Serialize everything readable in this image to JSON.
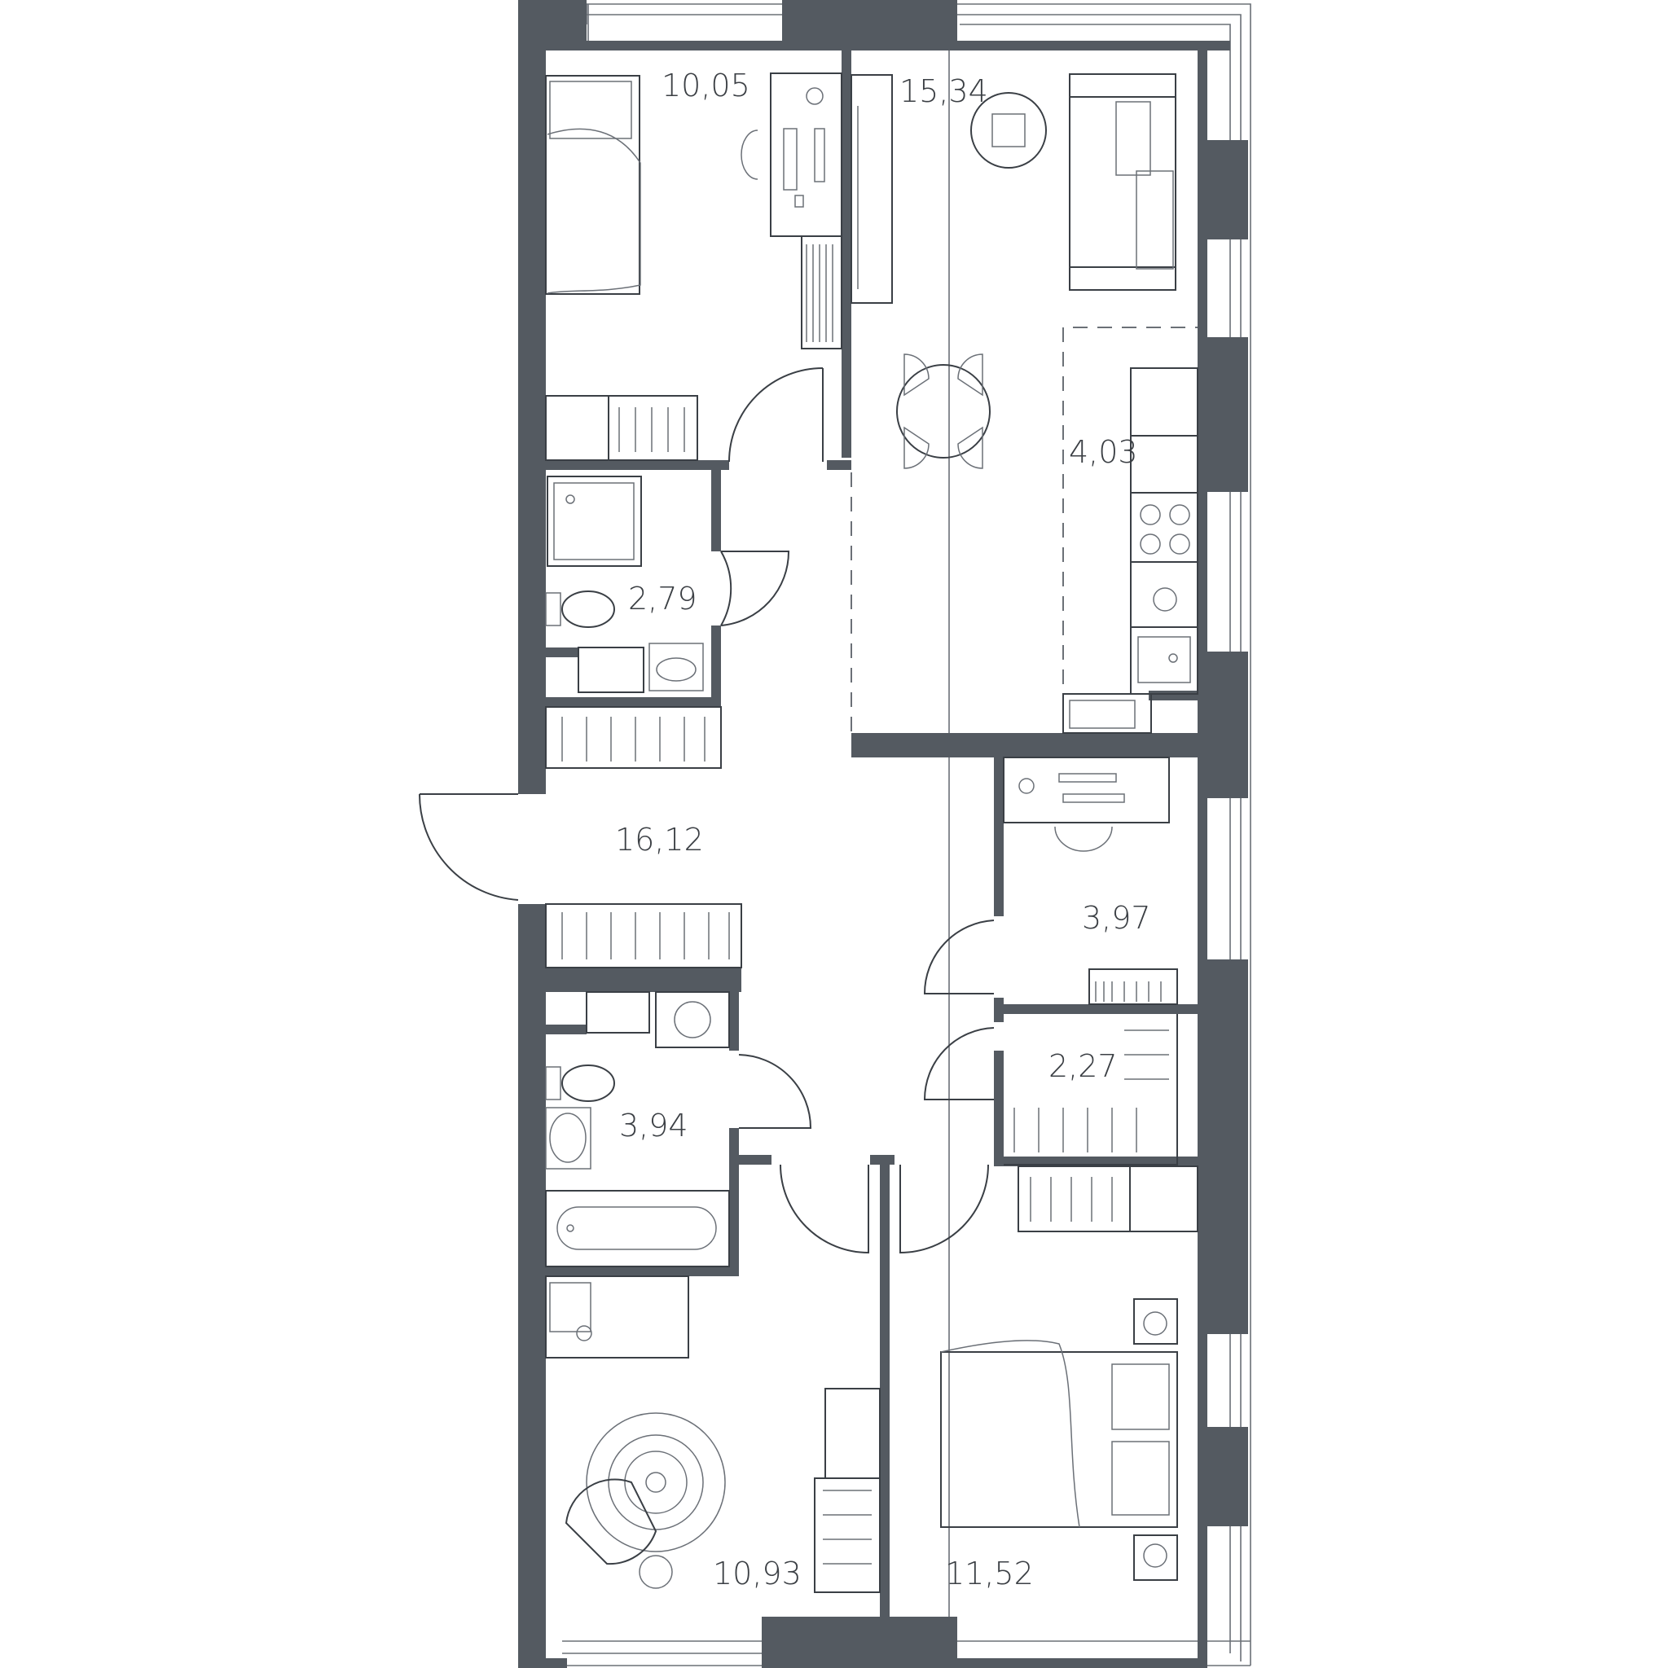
{
  "floorplan": {
    "rooms": [
      {
        "id": "bedroom-top",
        "area": "10,05"
      },
      {
        "id": "living-room",
        "area": "15,34"
      },
      {
        "id": "kitchen",
        "area": "4,03"
      },
      {
        "id": "bathroom-top",
        "area": "2,79"
      },
      {
        "id": "hallway",
        "area": "16,12"
      },
      {
        "id": "study",
        "area": "3,97"
      },
      {
        "id": "wardrobe",
        "area": "2,27"
      },
      {
        "id": "bathroom-bottom",
        "area": "3,94"
      },
      {
        "id": "kids-room",
        "area": "10,93"
      },
      {
        "id": "bedroom-bottom",
        "area": "11,52"
      }
    ],
    "colors": {
      "wall": "#545a61",
      "line": "#3a3f45",
      "background": "#ffffff"
    }
  }
}
